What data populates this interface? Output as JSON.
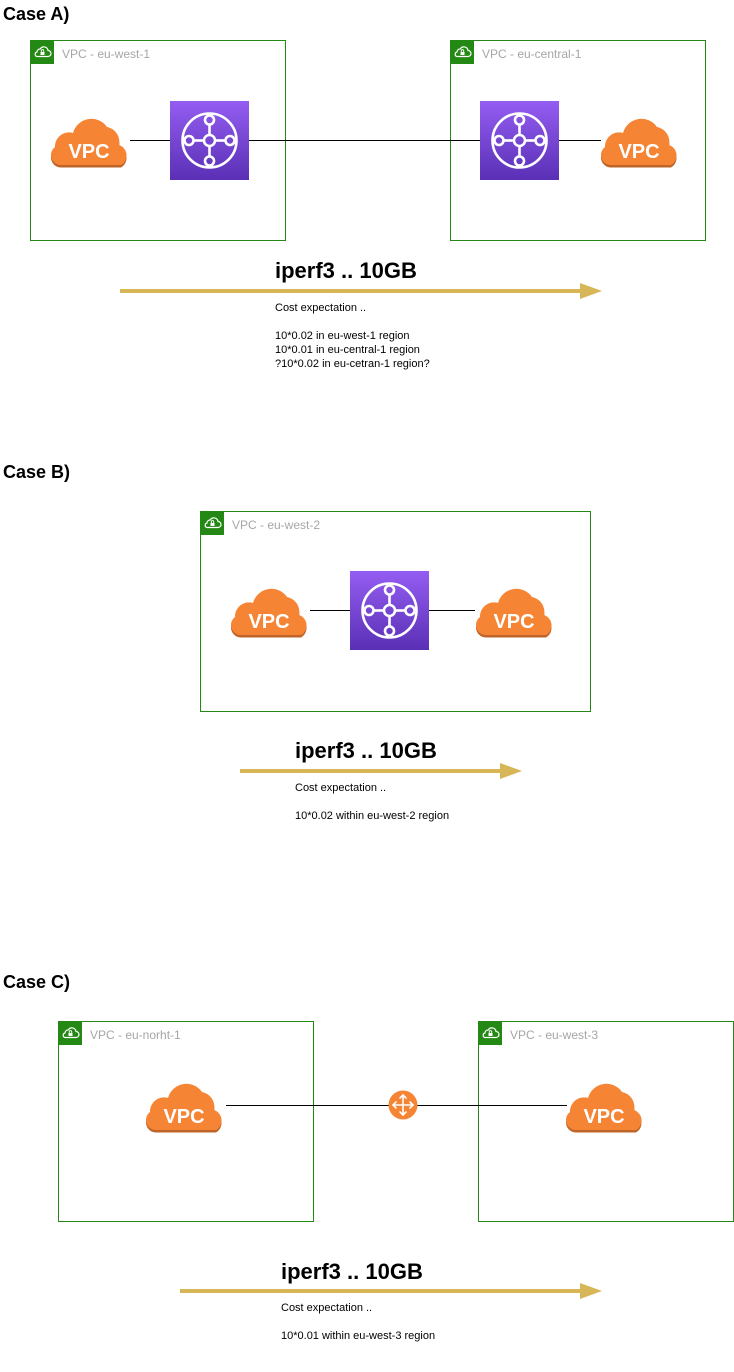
{
  "colors": {
    "vpc_border": "#248814",
    "cloud": "#f58534",
    "tgw_top": "#945df2",
    "tgw_bottom": "#5a30b5",
    "arrow": "#d6b656"
  },
  "icons": {
    "vpc_tag": "lock-cloud-icon",
    "vpc_cloud": "vpc-cloud-icon",
    "transit_gateway": "transit-gateway-icon",
    "router": "router-icon"
  },
  "cloud_text": "VPC",
  "case_a": {
    "title": "Case A)",
    "vpc_left": "VPC - eu-west-1",
    "vpc_right": "VPC - eu-central-1",
    "transfer": "iperf3 .. 10GB",
    "cost_heading": "Cost expectation ..",
    "cost_lines": [
      "10*0.02 in eu-west-1 region",
      "10*0.01 in eu-central-1 region",
      "?10*0.02 in eu-cetran-1 region?"
    ]
  },
  "case_b": {
    "title": "Case B)",
    "vpc": "VPC - eu-west-2",
    "transfer": "iperf3 .. 10GB",
    "cost_heading": "Cost expectation ..",
    "cost_lines": [
      "10*0.02 within eu-west-2 region"
    ]
  },
  "case_c": {
    "title": "Case C)",
    "vpc_left": "VPC - eu-norht-1",
    "vpc_right": "VPC - eu-west-3",
    "transfer": "iperf3 .. 10GB",
    "cost_heading": "Cost expectation ..",
    "cost_lines": [
      "10*0.01 within eu-west-3 region"
    ]
  }
}
